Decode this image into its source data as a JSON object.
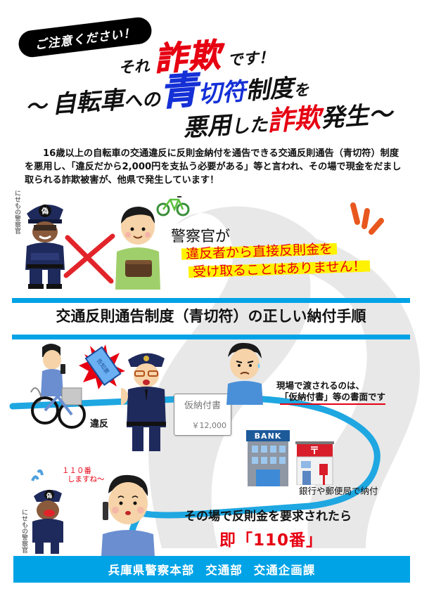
{
  "header": {
    "badge": "ご注意ください！",
    "line1": {
      "pre": "それ",
      "emphasis": "詐欺",
      "post": "です！"
    },
    "line2": {
      "tilde": "～",
      "pre": "自転車",
      "hira": "への",
      "emphasis_blue": "青",
      "blue": "切符",
      "post": "制度",
      "particle": "を"
    },
    "line3": {
      "pre": "悪用",
      "hira": "した",
      "emphasis_red": "詐欺",
      "post": "発生～"
    }
  },
  "intro": {
    "text": "16歳以上の自転車の交通違反に反則金納付を通告できる交通反則通告（青切符）制度を悪用し、「違反だから2,000円を支払う必要がある」等と言われ、その場で現金をだまし取られる詐欺被害が、他県で発生しています！"
  },
  "warning": {
    "fake_officer_label": "にせもの警察官",
    "fake_badge": "偽",
    "line1": "警察官が",
    "line2": "違反者から直接反則金を",
    "line3": "受け取ることはありません！"
  },
  "section": {
    "title": "交通反則通告制度（青切符）の正しい納付手順"
  },
  "flow": {
    "ticket_card": "告知票",
    "violation_label": "違反",
    "receipt": {
      "title": "仮納付書",
      "amount": "￥12,000"
    },
    "onsite_line1": "現場で渡されるのは、",
    "onsite_line2": "「仮納付書」等の書面です",
    "bank_sign": "BANK",
    "post_mark": "〒",
    "pay_label": "銀行や郵便局で納付",
    "fake_officer_label": "にせもの警察官",
    "fake_badge": "偽",
    "call_bubble_line1": "１１０番",
    "call_bubble_line2": "しますね～",
    "demand_line": "その場で反則金を要求されたら",
    "call_line": "即「110番」"
  },
  "footer": {
    "org": "兵庫県警察本部",
    "dept": "交通部",
    "section": "交通企画課"
  },
  "colors": {
    "accent_blue": "#00a3e6",
    "alert_red": "#e60012",
    "title_blue": "#1530d6",
    "highlight_yellow": "#fff200"
  }
}
